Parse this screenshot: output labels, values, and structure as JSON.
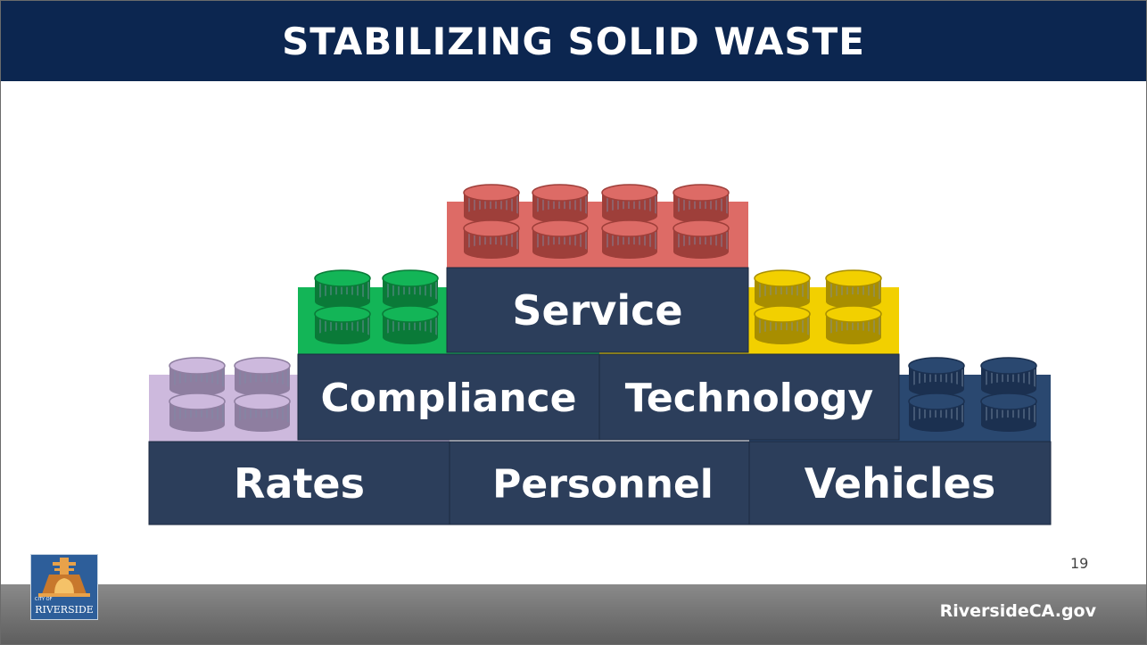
{
  "slide": {
    "title": "STABILIZING SOLID WASTE",
    "page_number": "19",
    "footer_url": "RiversideCA.gov",
    "logo": {
      "line1": "CITY OF",
      "line2": "RIVERSIDE"
    }
  },
  "blocks": [
    {
      "id": "rates",
      "label": "Rates",
      "color": "#cdb9dd",
      "dark": "#8e7ea0"
    },
    {
      "id": "personnel",
      "label": "Personnel",
      "color": "#2b4166",
      "dark": "#1c2c48"
    },
    {
      "id": "vehicles",
      "label": "Vehicles",
      "color": "#2a4870",
      "dark": "#1b3050"
    },
    {
      "id": "compliance",
      "label": "Compliance",
      "color": "#13b557",
      "dark": "#0a7a38"
    },
    {
      "id": "technology",
      "label": "Technology",
      "color": "#f2d000",
      "dark": "#a88e00"
    },
    {
      "id": "service",
      "label": "Service",
      "color": "#dd6b66",
      "dark": "#9e3f3a"
    }
  ],
  "colors": {
    "title_bar": "#0c2650",
    "block_face": "#2c3e5b"
  }
}
